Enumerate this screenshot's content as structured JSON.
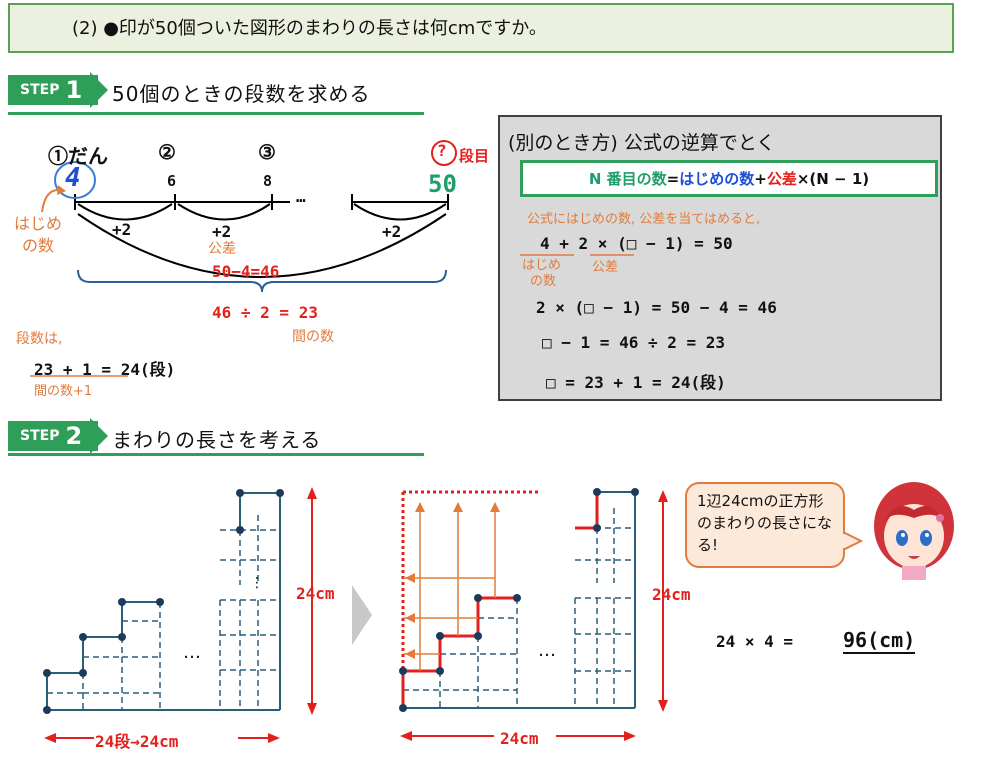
{
  "question": {
    "text": "(2) ●印が50個ついた図形のまわりの長さは何cmですか。"
  },
  "step1": {
    "tag": "STEP",
    "number": "1",
    "title": "50個のときの段数を求める",
    "marks": {
      "dan1": "①だん",
      "dan2": "②",
      "dan3": "③",
      "question_mark": "?",
      "dan_me": "段目",
      "v1": "4",
      "v2": "6",
      "v3": "8",
      "dots": "…",
      "v50": "50",
      "plus2_a": "+2",
      "plus2_b": "+2",
      "plus2_c": "+2",
      "koosa": "公差",
      "hajime": "はじめ",
      "no_kazu": "の数",
      "diff": "50−4=46",
      "division": "46 ÷ 2 = 23",
      "aida_no_kazu": "間の数",
      "dansuu_ha": "段数は,",
      "calc": "23 + 1 = 24(段)",
      "calc_note": "間の数+1"
    }
  },
  "alt": {
    "title": "(別のとき方) 公式の逆算でとく",
    "formula_n": "N 番目の数",
    "formula_eq": "=",
    "formula_first": "はじめの数",
    "formula_plus": "+",
    "formula_diff": "公差",
    "formula_rest": "×(N − 1)",
    "note": "公式にはじめの数, 公差を当てはめると,",
    "line1": "4 + 2 × (□ − 1) = 50",
    "line1_note_a": "はじめ",
    "line1_note_b": "の数",
    "line1_note_c": "公差",
    "line2": "2 × (□ − 1) = 50 − 4 = 46",
    "line3": "□ − 1 = 46 ÷ 2 = 23",
    "line4": "□ = 23 + 1 = 24(段)"
  },
  "step2": {
    "tag": "STEP",
    "number": "2",
    "title": "まわりの長さを考える",
    "left_label": "24段→24cm",
    "left_height": "24cm",
    "right_height": "24cm",
    "right_width": "24cm",
    "dots": "…",
    "bubble": "1辺24cmの正方形のまわりの長さになる!",
    "answer_left": "24 × 4 =",
    "answer": "96(cm)"
  },
  "colors": {
    "green": "#2e9e58",
    "orange": "#e27b3c",
    "red": "#e3211c",
    "blue": "#1c4fd6",
    "teal": "#1e9e6b"
  }
}
